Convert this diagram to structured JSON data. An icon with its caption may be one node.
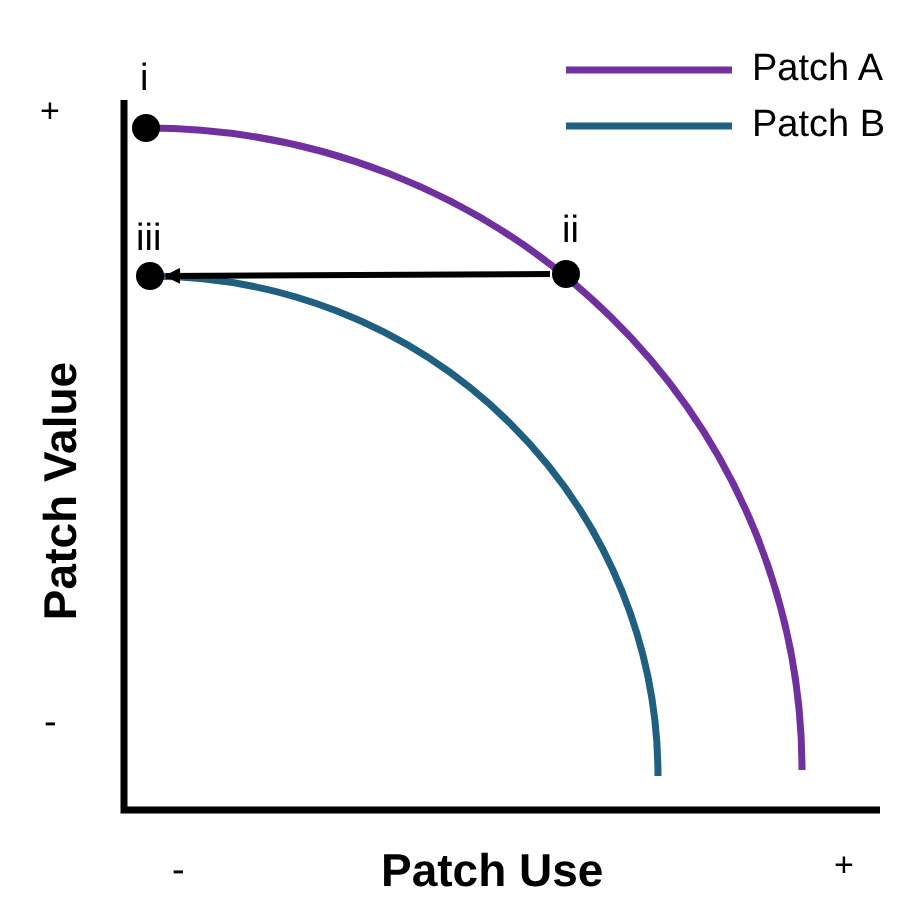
{
  "diagram": {
    "nodes": [
      {
        "text": [],
        "shape": "circle",
        "beside": [
          "i"
        ]
      },
      {
        "text": [],
        "shape": "circle",
        "beside": [
          "ii"
        ]
      },
      {
        "text": [],
        "shape": "circle",
        "beside": [
          "iii"
        ]
      }
    ],
    "edges": [
      {
        "from": 1,
        "to": 2,
        "arrow": "to"
      }
    ],
    "labels": [
      "+",
      "Patch Value",
      "-",
      "-",
      "Patch Use",
      "+"
    ],
    "legend": [
      {
        "text": "Patch A"
      },
      {
        "text": "Patch B"
      }
    ]
  }
}
